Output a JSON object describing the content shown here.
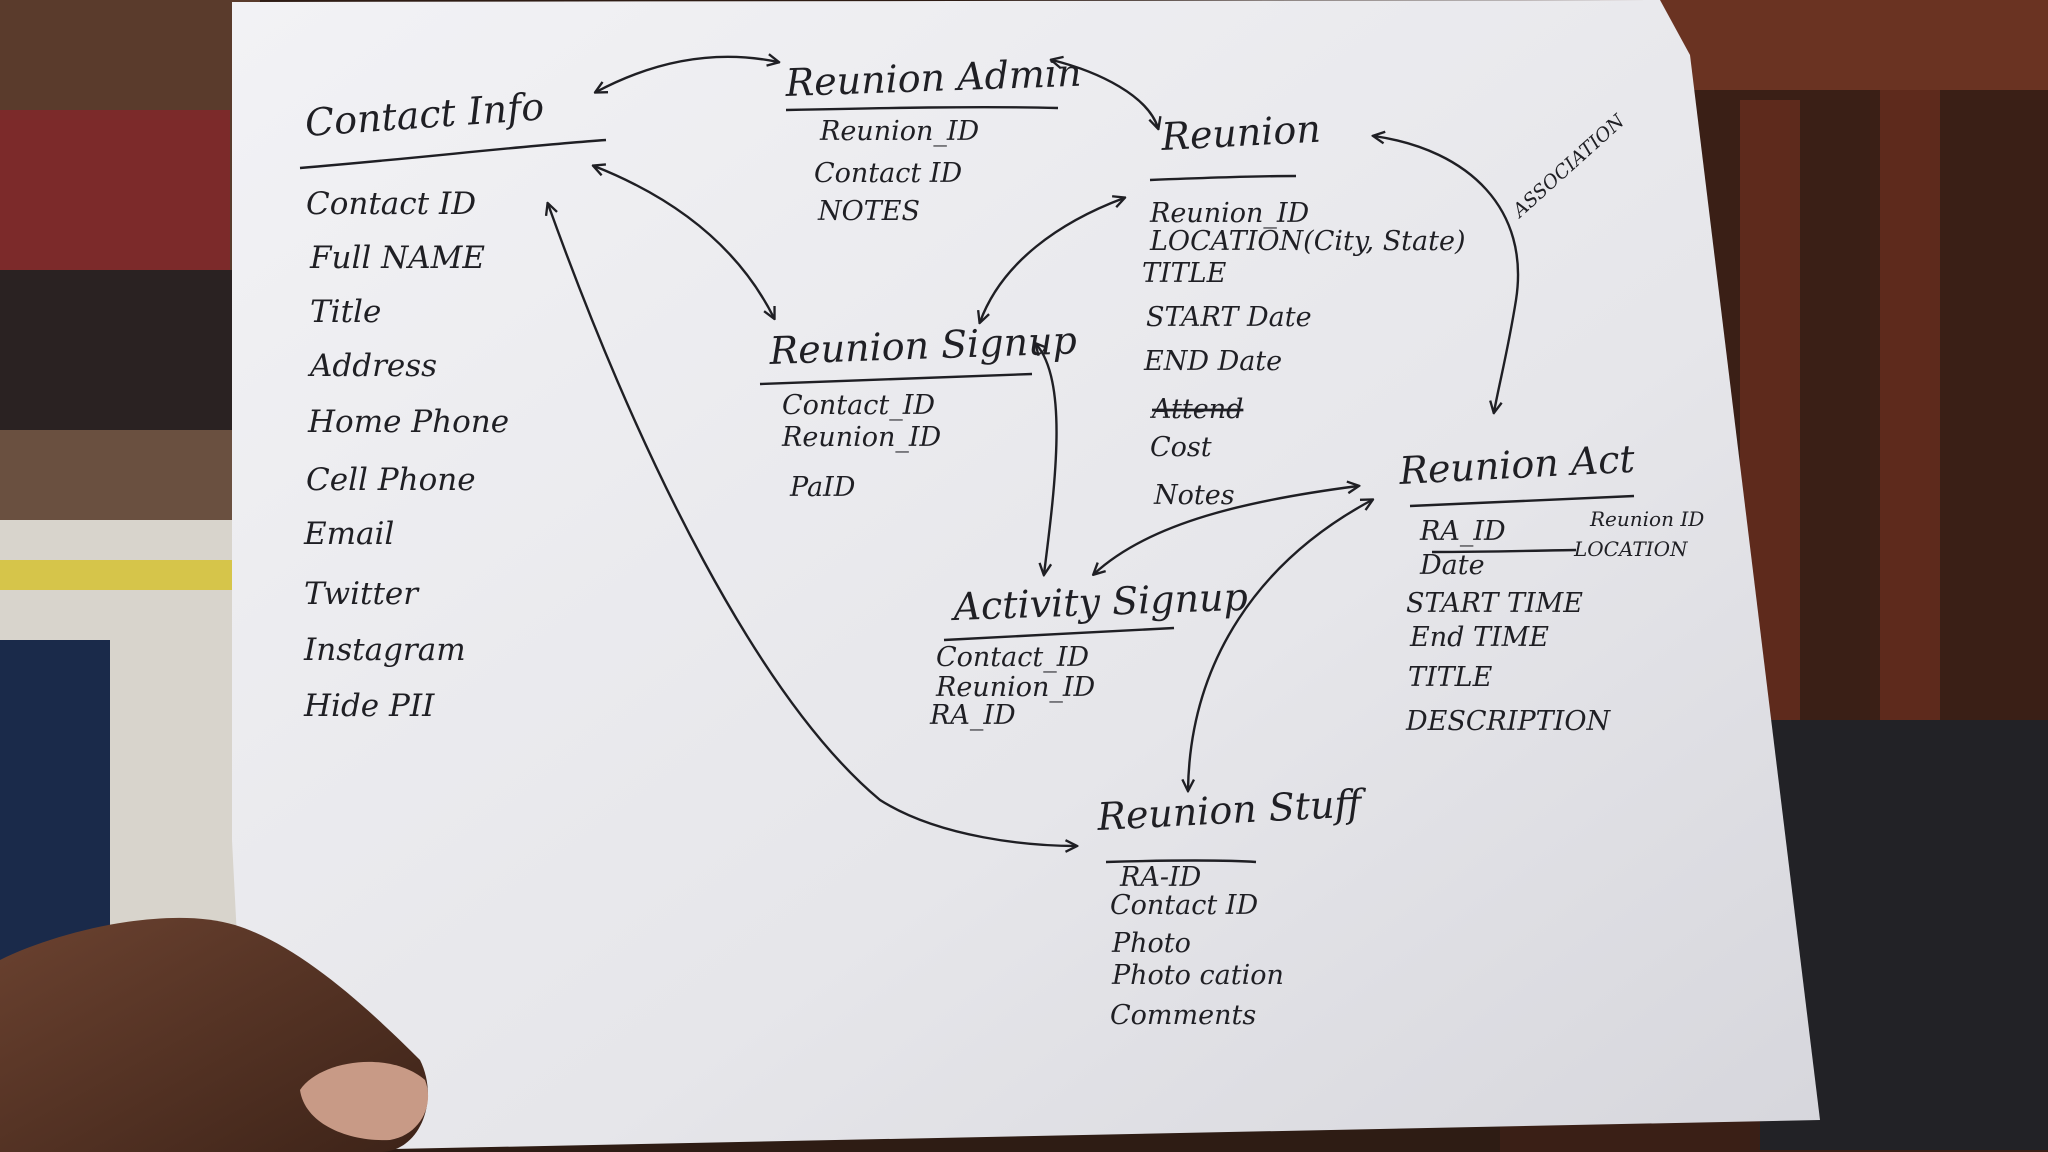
{
  "entities": {
    "contact_info": {
      "title": "Contact Info",
      "fields": [
        "Contact ID",
        "Full NAME",
        "Title",
        "Address",
        "Home Phone",
        "Cell Phone",
        "Email",
        "Twitter",
        "Instagram",
        "Hide PII"
      ]
    },
    "reunion_admin": {
      "title": "Reunion Admin",
      "fields": [
        "Reunion_ID",
        "Contact ID",
        "NOTES"
      ]
    },
    "reunion": {
      "title": "Reunion",
      "fields": [
        "Reunion_ID",
        "LOCATION(City, State)",
        "TITLE",
        "START Date",
        "END Date",
        "Attend",
        "Cost",
        "Notes"
      ]
    },
    "reunion_signup": {
      "title": "Reunion Signup",
      "fields": [
        "Contact_ID",
        "Reunion_ID",
        "PaID"
      ]
    },
    "activity_signup": {
      "title": "Activity Signup",
      "fields": [
        "Contact_ID",
        "Reunion_ID",
        "RA_ID"
      ]
    },
    "reunion_act": {
      "title": "Reunion Act",
      "fields": [
        "RA_ID",
        "Reunion ID",
        "LOCATION",
        "Date",
        "START TIME",
        "End TIME",
        "TITLE",
        "DESCRIPTION"
      ]
    },
    "reunion_stuff": {
      "title": "Reunion Stuff",
      "fields": [
        "RA-ID",
        "Contact ID",
        "Photo",
        "Photo cation",
        "Comments"
      ]
    }
  },
  "annotations": {
    "association": "ASSOCIATION"
  }
}
